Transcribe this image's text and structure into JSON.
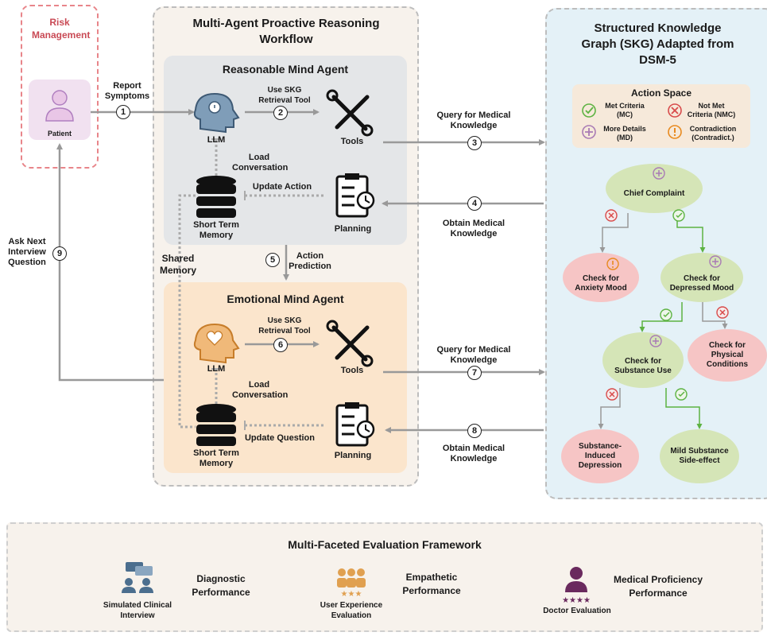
{
  "risk": {
    "title": "Risk Management",
    "patient_label": "Patient"
  },
  "workflow": {
    "title": "Multi-Agent Proactive Reasoning Workflow",
    "reasonable": {
      "title": "Reasonable Mind Agent",
      "llm": "LLM",
      "tools": "Tools",
      "use_skg": "Use SKG Retrieval Tool",
      "load_conv": "Load Conversation",
      "update": "Update Action",
      "memory": "Short Term Memory",
      "planning": "Planning"
    },
    "shared_memory": "Shared Memory",
    "action_prediction": "Action Prediction",
    "emotional": {
      "title": "Emotional Mind Agent",
      "llm": "LLM",
      "tools": "Tools",
      "use_skg": "Use SKG Retrieval Tool",
      "load_conv": "Load Conversation",
      "update": "Update Question",
      "memory": "Short Term Memory",
      "planning": "Planning"
    }
  },
  "edges": {
    "report_symptoms": "Report Symptoms",
    "query1": "Query for Medical Knowledge",
    "obtain1": "Obtain Medical Knowledge",
    "query2": "Query for Medical Knowledge",
    "obtain2": "Obtain Medical Knowledge",
    "ask_next": "Ask Next Interview Question"
  },
  "steps": [
    "1",
    "2",
    "3",
    "4",
    "5",
    "6",
    "7",
    "8",
    "9"
  ],
  "skg": {
    "title": "Structured Knowledge Graph (SKG) Adapted from DSM-5",
    "action_space": {
      "title": "Action Space",
      "mc": "Met Criteria (MC)",
      "nmc": "Not Met Criteria (NMC)",
      "md": "More Details (MD)",
      "contradict": "Contradiction (Contradict.)"
    },
    "nodes": {
      "chief": "Chief Complaint",
      "anxiety": "Check for Anxiety Mood",
      "depressed": "Check for Depressed Mood",
      "substance": "Check for Substance Use",
      "physical": "Check for Physical Conditions",
      "induced": "Substance-Induced Depression",
      "mild": "Mild Substance Side-effect"
    }
  },
  "evaluation": {
    "title": "Multi-Faceted Evaluation Framework",
    "items": [
      {
        "caption": "Simulated Clinical Interview",
        "metric": "Diagnostic Performance"
      },
      {
        "caption": "User Experience Evaluation",
        "metric": "Empathetic Performance"
      },
      {
        "caption": "Doctor Evaluation",
        "metric": "Medical Proficiency Performance"
      }
    ]
  },
  "colors": {
    "risk_border": "#e8858a",
    "risk_title": "#c94a55",
    "workflow_bg": "#f7f2ec",
    "reasonable_bg": "#e4e6e8",
    "emotional_bg": "#fbe5cc",
    "skg_bg": "#e4f1f7",
    "green": "#5db342",
    "red": "#d84b4b",
    "purple": "#a97bb5",
    "orange": "#e88a1f"
  }
}
